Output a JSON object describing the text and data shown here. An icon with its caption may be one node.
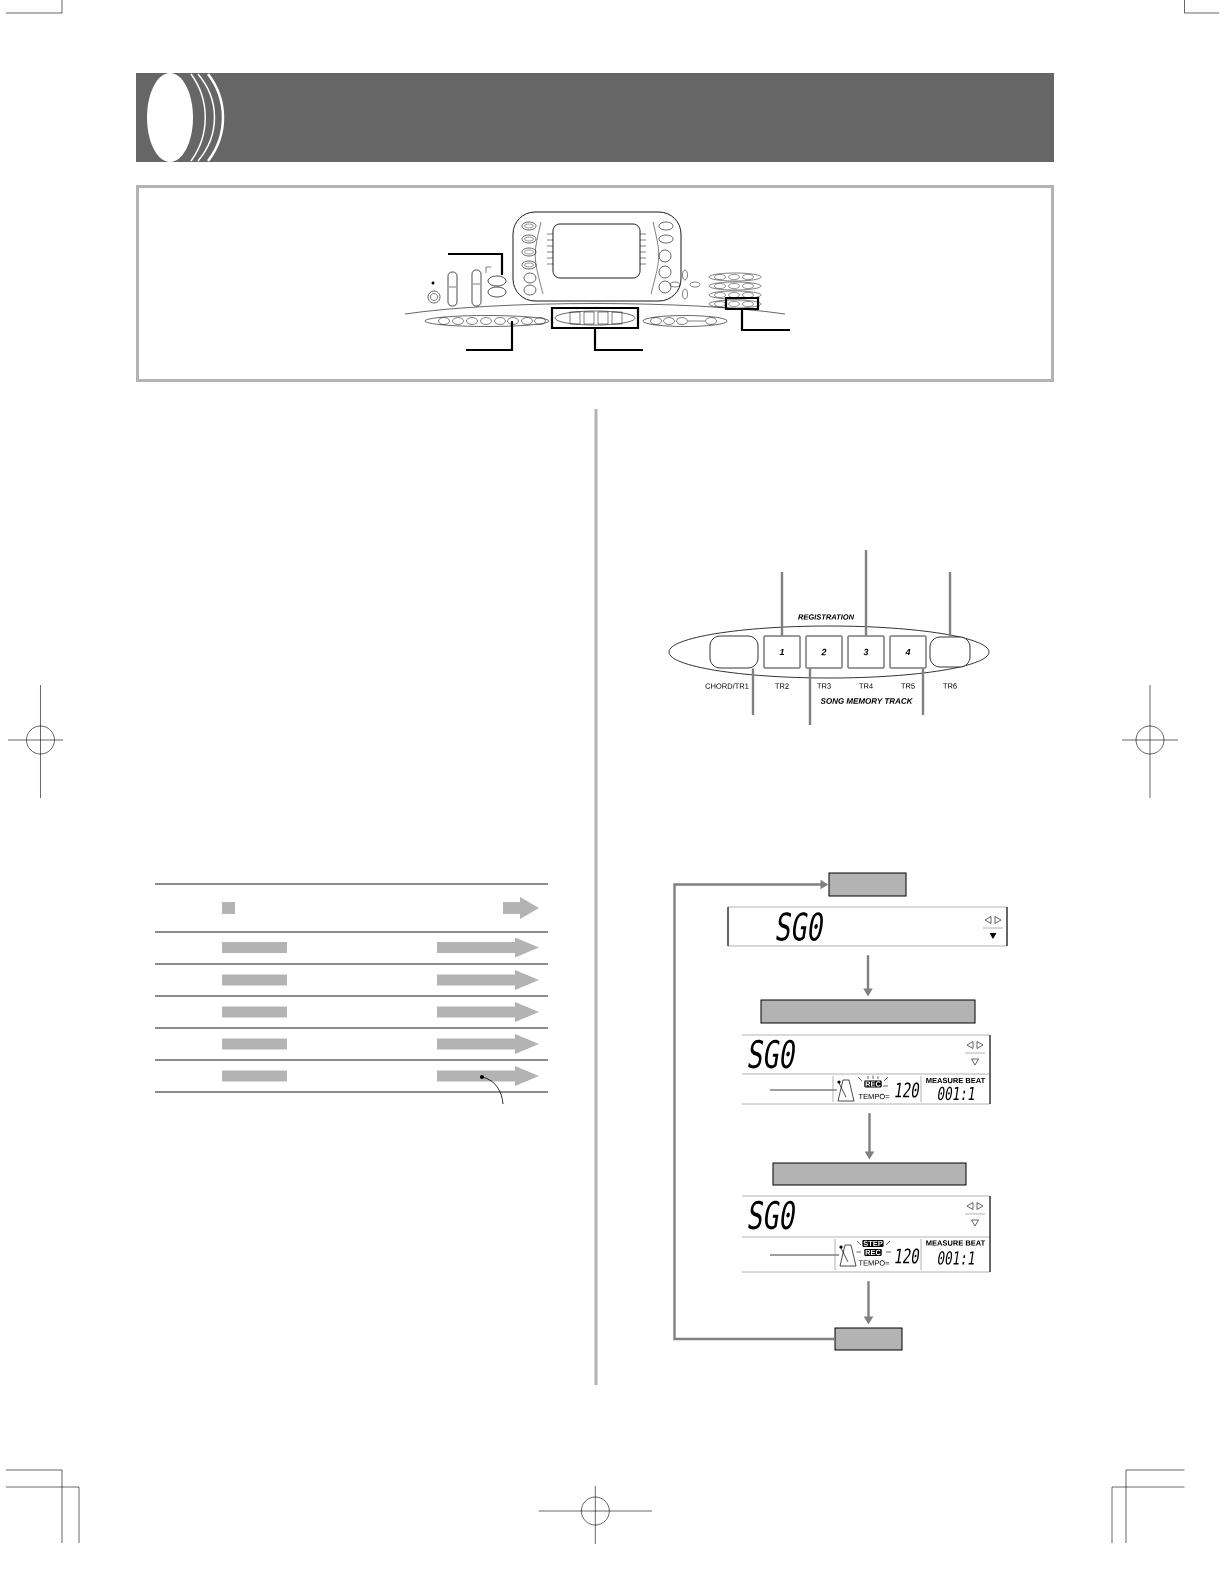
{
  "diagram": {
    "nodes": [
      {
        "text": [
          "REGISTRATION"
        ]
      },
      {
        "text": [],
        "shape": "box",
        "in": 0
      },
      {
        "text": [
          "1"
        ],
        "in": 0
      },
      {
        "text": [
          "2"
        ],
        "in": 0
      },
      {
        "text": [
          "3"
        ],
        "in": 0
      },
      {
        "text": [
          "4"
        ],
        "in": 0
      },
      {
        "text": [],
        "shape": "box",
        "in": 0
      },
      {
        "text": [],
        "shape": "box"
      },
      {
        "text": [
          "SG0"
        ]
      },
      {
        "text": [],
        "shape": "box"
      },
      {
        "text": [
          "SG0",
          "REC",
          "TEMPO=",
          "120",
          "MEASURE BEAT",
          "001:1"
        ]
      },
      {
        "text": [],
        "shape": "box"
      },
      {
        "text": [
          "SG0",
          "STEP",
          "REC",
          "TEMPO=",
          "120",
          "MEASURE BEAT",
          "001:1"
        ]
      },
      {
        "text": [],
        "shape": "box"
      }
    ],
    "edges": [
      {
        "from": null,
        "to": 2,
        "arrow": "none"
      },
      {
        "from": null,
        "to": 4,
        "arrow": "none"
      },
      {
        "from": null,
        "to": 6,
        "arrow": "none"
      },
      {
        "from": null,
        "to": 1,
        "arrow": "none"
      },
      {
        "from": null,
        "to": 3,
        "arrow": "none"
      },
      {
        "from": null,
        "to": 5,
        "arrow": "none"
      },
      {
        "from": 8,
        "to": 9,
        "arrow": "to"
      },
      {
        "from": 10,
        "to": 11,
        "arrow": "to"
      },
      {
        "from": 12,
        "to": 13,
        "arrow": "to"
      },
      {
        "from": 13,
        "to": 7,
        "arrow": "to"
      }
    ],
    "labels": [
      "CHORD/TR1",
      "TR2",
      "TR3",
      "TR4",
      "TR5",
      "TR6",
      "SONG MEMORY TRACK"
    ]
  }
}
